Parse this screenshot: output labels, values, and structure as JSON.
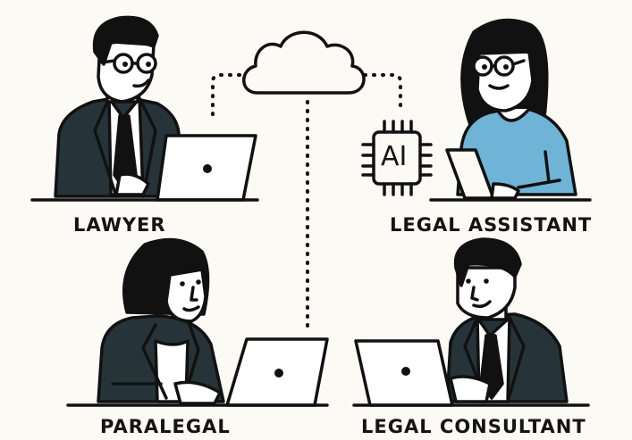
{
  "diagram": {
    "background": "#fcfaf4",
    "ink": "#111111",
    "suit_color": "#26343a",
    "sweater_color": "#6fb3d6",
    "roles": [
      {
        "id": "lawyer",
        "label": "LAWYER"
      },
      {
        "id": "legal-assistant",
        "label": "LEGAL ASSISTANT"
      },
      {
        "id": "paralegal",
        "label": "PARALEGAL"
      },
      {
        "id": "legal-consultant",
        "label": "LEGAL CONSULTANT"
      }
    ],
    "ai_chip": {
      "label": "AI"
    },
    "hub": "cloud"
  }
}
